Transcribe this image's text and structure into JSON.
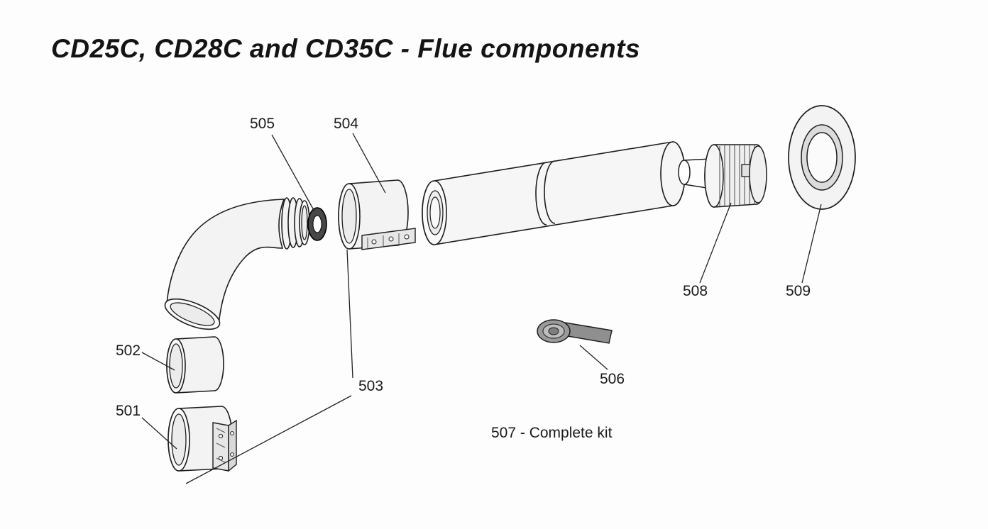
{
  "page": {
    "title": "CD25C, CD28C and CD35C - Flue components"
  },
  "diagram": {
    "caption": "507 - Complete kit",
    "part_labels": {
      "501": "501",
      "502": "502",
      "503": "503",
      "504": "504",
      "505": "505",
      "506": "506",
      "508": "508",
      "509": "509"
    },
    "colors": {
      "line": "#1d1d1d",
      "part_fill": "#f3f3f3",
      "gasket_dark": "#474747",
      "tape_dark": "#8f8f8f"
    }
  }
}
